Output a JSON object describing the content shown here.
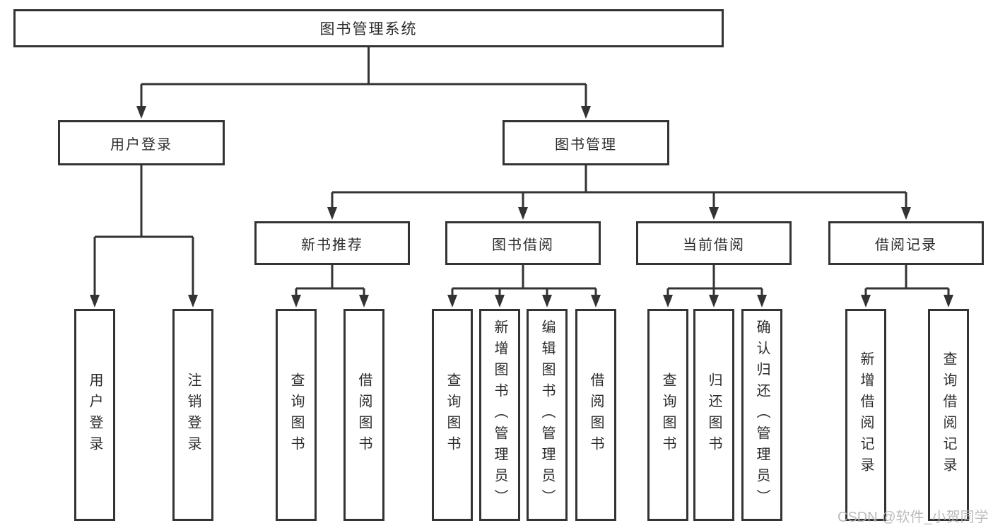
{
  "diagram": {
    "root": {
      "label": "图书管理系统"
    },
    "branches": [
      {
        "label": "用户登录",
        "children": [
          {
            "label": "用户登录"
          },
          {
            "label": "注销登录"
          }
        ]
      },
      {
        "label": "图书管理",
        "children": [
          {
            "label": "新书推荐",
            "children": [
              {
                "label": "查询图书"
              },
              {
                "label": "借阅图书"
              }
            ]
          },
          {
            "label": "图书借阅",
            "children": [
              {
                "label": "查询图书"
              },
              {
                "label": "新增图书（管理员）"
              },
              {
                "label": "编辑图书（管理员）"
              },
              {
                "label": "借阅图书"
              }
            ]
          },
          {
            "label": "当前借阅",
            "children": [
              {
                "label": "查询图书"
              },
              {
                "label": "归还图书"
              },
              {
                "label": "确认归还（管理员）"
              }
            ]
          },
          {
            "label": "借阅记录",
            "children": [
              {
                "label": "新增借阅记录"
              },
              {
                "label": "查询借阅记录"
              }
            ]
          }
        ]
      }
    ]
  },
  "watermark": {
    "text": "CSDN @软件_小贺同学"
  },
  "colors": {
    "line": "#333333",
    "text": "#2b2b2b",
    "watermark": "#b5b5b5",
    "background": "#ffffff"
  }
}
